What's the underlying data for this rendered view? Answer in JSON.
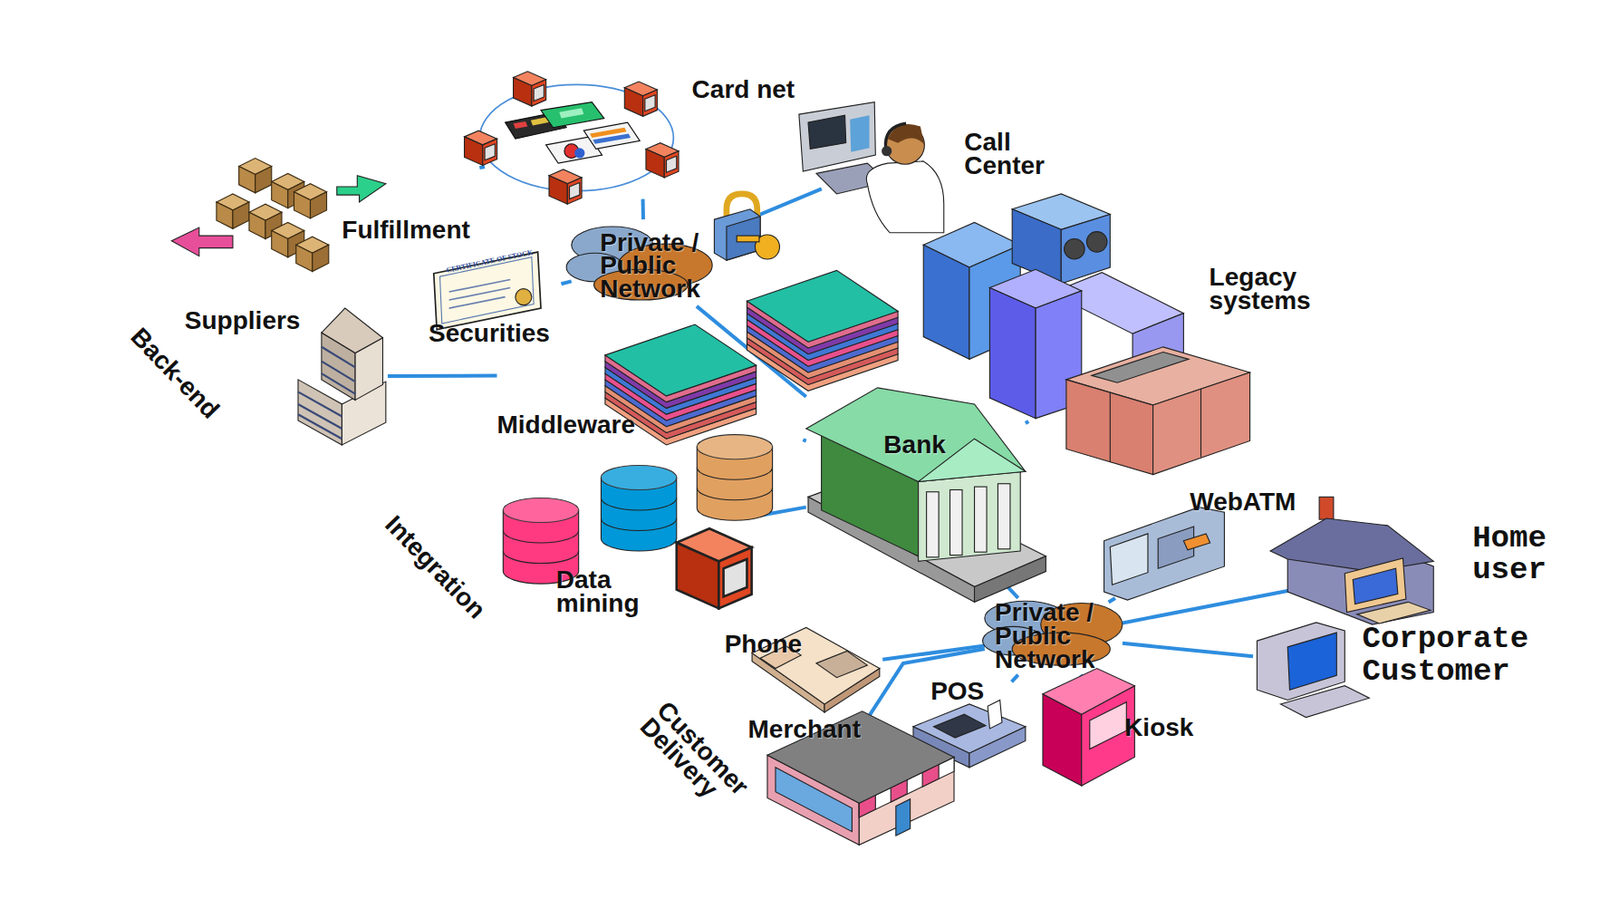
{
  "diagram": {
    "nodes": [
      {
        "text": [
          "Back-end"
        ]
      },
      {
        "text": [
          "Card net"
        ],
        "in": 0
      },
      {
        "text": [
          "Call Center"
        ],
        "in": 0
      },
      {
        "text": [
          "Fulfillment"
        ],
        "in": 0
      },
      {
        "text": [
          "Private / Public Network"
        ],
        "in": 0
      },
      {
        "text": [
          "Suppliers"
        ],
        "in": 0
      },
      {
        "text": [
          "Securities"
        ],
        "in": 0
      },
      {
        "text": [
          "Integration"
        ]
      },
      {
        "text": [
          "Legacy systems"
        ],
        "in": 7
      },
      {
        "text": [
          "Middleware"
        ],
        "in": 7
      },
      {
        "text": [
          "Bank"
        ],
        "in": 7
      },
      {
        "text": [
          "Data mining"
        ],
        "in": 7
      },
      {
        "text": [
          "Customer Delivery"
        ]
      },
      {
        "text": [
          "WebATM"
        ],
        "in": 12
      },
      {
        "text": [
          "Home user"
        ],
        "in": 12
      },
      {
        "text": [
          "Private / Public Network"
        ],
        "in": 12
      },
      {
        "text": [
          "Corporate Customer"
        ],
        "in": 12
      },
      {
        "text": [
          "Phone"
        ],
        "in": 12
      },
      {
        "text": [
          "POS"
        ],
        "in": 12
      },
      {
        "text": [
          "Merchant"
        ],
        "in": 12
      },
      {
        "text": [
          "Kiosk"
        ],
        "in": 12
      }
    ],
    "edges": [
      {
        "from": 3,
        "to": 1,
        "arrow": "none"
      },
      {
        "from": 1,
        "to": 4,
        "arrow": "none"
      },
      {
        "from": 2,
        "to": 4,
        "arrow": "none"
      },
      {
        "from": 6,
        "to": 4,
        "arrow": "none"
      },
      {
        "from": 5,
        "to": 9,
        "arrow": "none"
      },
      {
        "from": 4,
        "to": 10,
        "arrow": "none"
      },
      {
        "from": 8,
        "to": 10,
        "arrow": "none"
      },
      {
        "from": 9,
        "to": 10,
        "arrow": "none"
      },
      {
        "from": 11,
        "to": 10,
        "arrow": "none"
      },
      {
        "from": 10,
        "to": 15,
        "arrow": "none"
      },
      {
        "from": 13,
        "to": 15,
        "arrow": "none"
      },
      {
        "from": 14,
        "to": 15,
        "arrow": "none"
      },
      {
        "from": 16,
        "to": 15,
        "arrow": "none"
      },
      {
        "from": 17,
        "to": 15,
        "arrow": "none"
      },
      {
        "from": 18,
        "to": 15,
        "arrow": "none"
      },
      {
        "from": 19,
        "to": 15,
        "arrow": "none"
      },
      {
        "from": 20,
        "to": 15,
        "arrow": "none"
      }
    ],
    "labels": [
      "CERTIFICATE OF STOCK"
    ]
  }
}
